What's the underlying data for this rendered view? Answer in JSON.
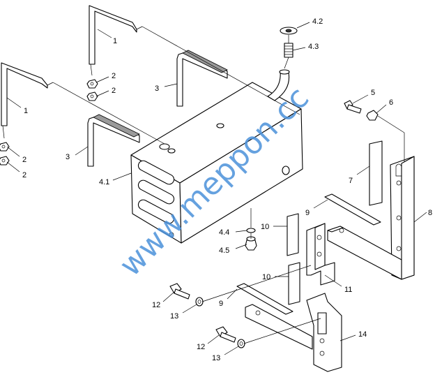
{
  "watermark": "www.meppon.cc",
  "labels": {
    "l1a": "1",
    "l1b": "1",
    "l2a": "2",
    "l2b": "2",
    "l2c": "2",
    "l2d": "2",
    "l3a": "3",
    "l3b": "3",
    "l41": "4.1",
    "l42": "4.2",
    "l43": "4.3",
    "l44": "4.4",
    "l45": "4.5",
    "l5": "5",
    "l6": "6",
    "l7": "7",
    "l8": "8",
    "l9a": "9",
    "l9b": "9",
    "l10a": "10",
    "l10b": "10",
    "l11": "11",
    "l12a": "12",
    "l12b": "12",
    "l13a": "13",
    "l13b": "13",
    "l14": "14"
  }
}
